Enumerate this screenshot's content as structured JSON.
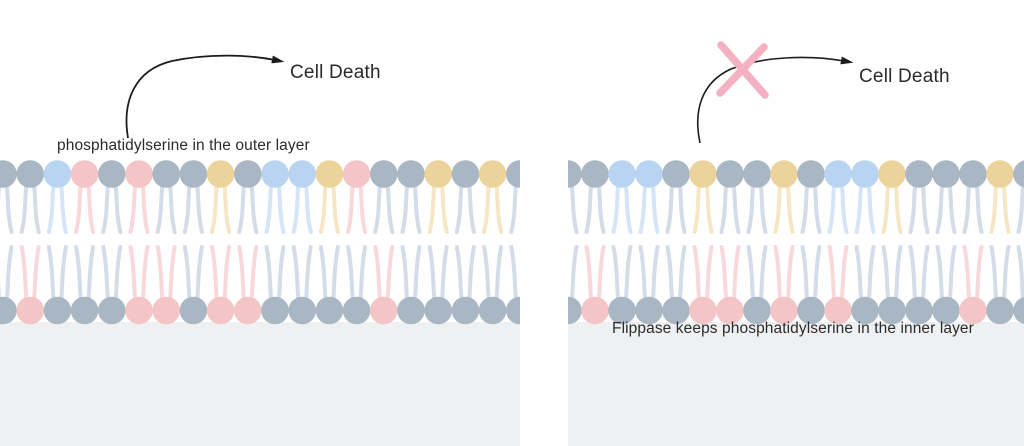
{
  "palette": {
    "background": "#ffffff",
    "cytoplasm": "#eff0f2",
    "arrow": "#1c1c1c",
    "cross": "#f3b1c3",
    "text": "#2b2b2b",
    "heads": {
      "gray": "#a9b6c3",
      "blue": "#b9d4f0",
      "pink": "#f3c5c7",
      "yellow": "#ecd39c"
    },
    "tails": {
      "gray": "#d3dce8",
      "blue": "#d5e4f6",
      "pink": "#f8d8da",
      "yellow": "#f5e7c4"
    }
  },
  "left_panel": {
    "label": "phosphatidylserine in the outer layer",
    "arrow_target": "Cell Death",
    "crossed_out": false,
    "membrane": {
      "outer_layer": [
        "gray",
        "gray",
        "blue",
        "pink",
        "gray",
        "pink",
        "gray",
        "gray",
        "yellow",
        "gray",
        "blue",
        "blue",
        "yellow",
        "pink",
        "gray",
        "gray",
        "yellow",
        "gray",
        "yellow",
        "gray"
      ],
      "inner_layer": [
        "gray",
        "pink",
        "gray",
        "gray",
        "gray",
        "pink",
        "pink",
        "gray",
        "pink",
        "pink",
        "gray",
        "gray",
        "gray",
        "gray",
        "pink",
        "gray",
        "gray",
        "gray",
        "gray",
        "gray"
      ]
    }
  },
  "right_panel": {
    "label": "Flippase keeps phosphatidylserine in the inner layer",
    "arrow_target": "Cell Death",
    "crossed_out": true,
    "membrane": {
      "outer_layer": [
        "gray",
        "gray",
        "blue",
        "blue",
        "gray",
        "yellow",
        "gray",
        "gray",
        "yellow",
        "gray",
        "blue",
        "blue",
        "yellow",
        "gray",
        "gray",
        "gray",
        "yellow",
        "gray"
      ],
      "inner_layer": [
        "gray",
        "pink",
        "gray",
        "gray",
        "gray",
        "pink",
        "pink",
        "gray",
        "pink",
        "gray",
        "pink",
        "gray",
        "gray",
        "gray",
        "gray",
        "pink",
        "gray",
        "gray"
      ]
    }
  }
}
